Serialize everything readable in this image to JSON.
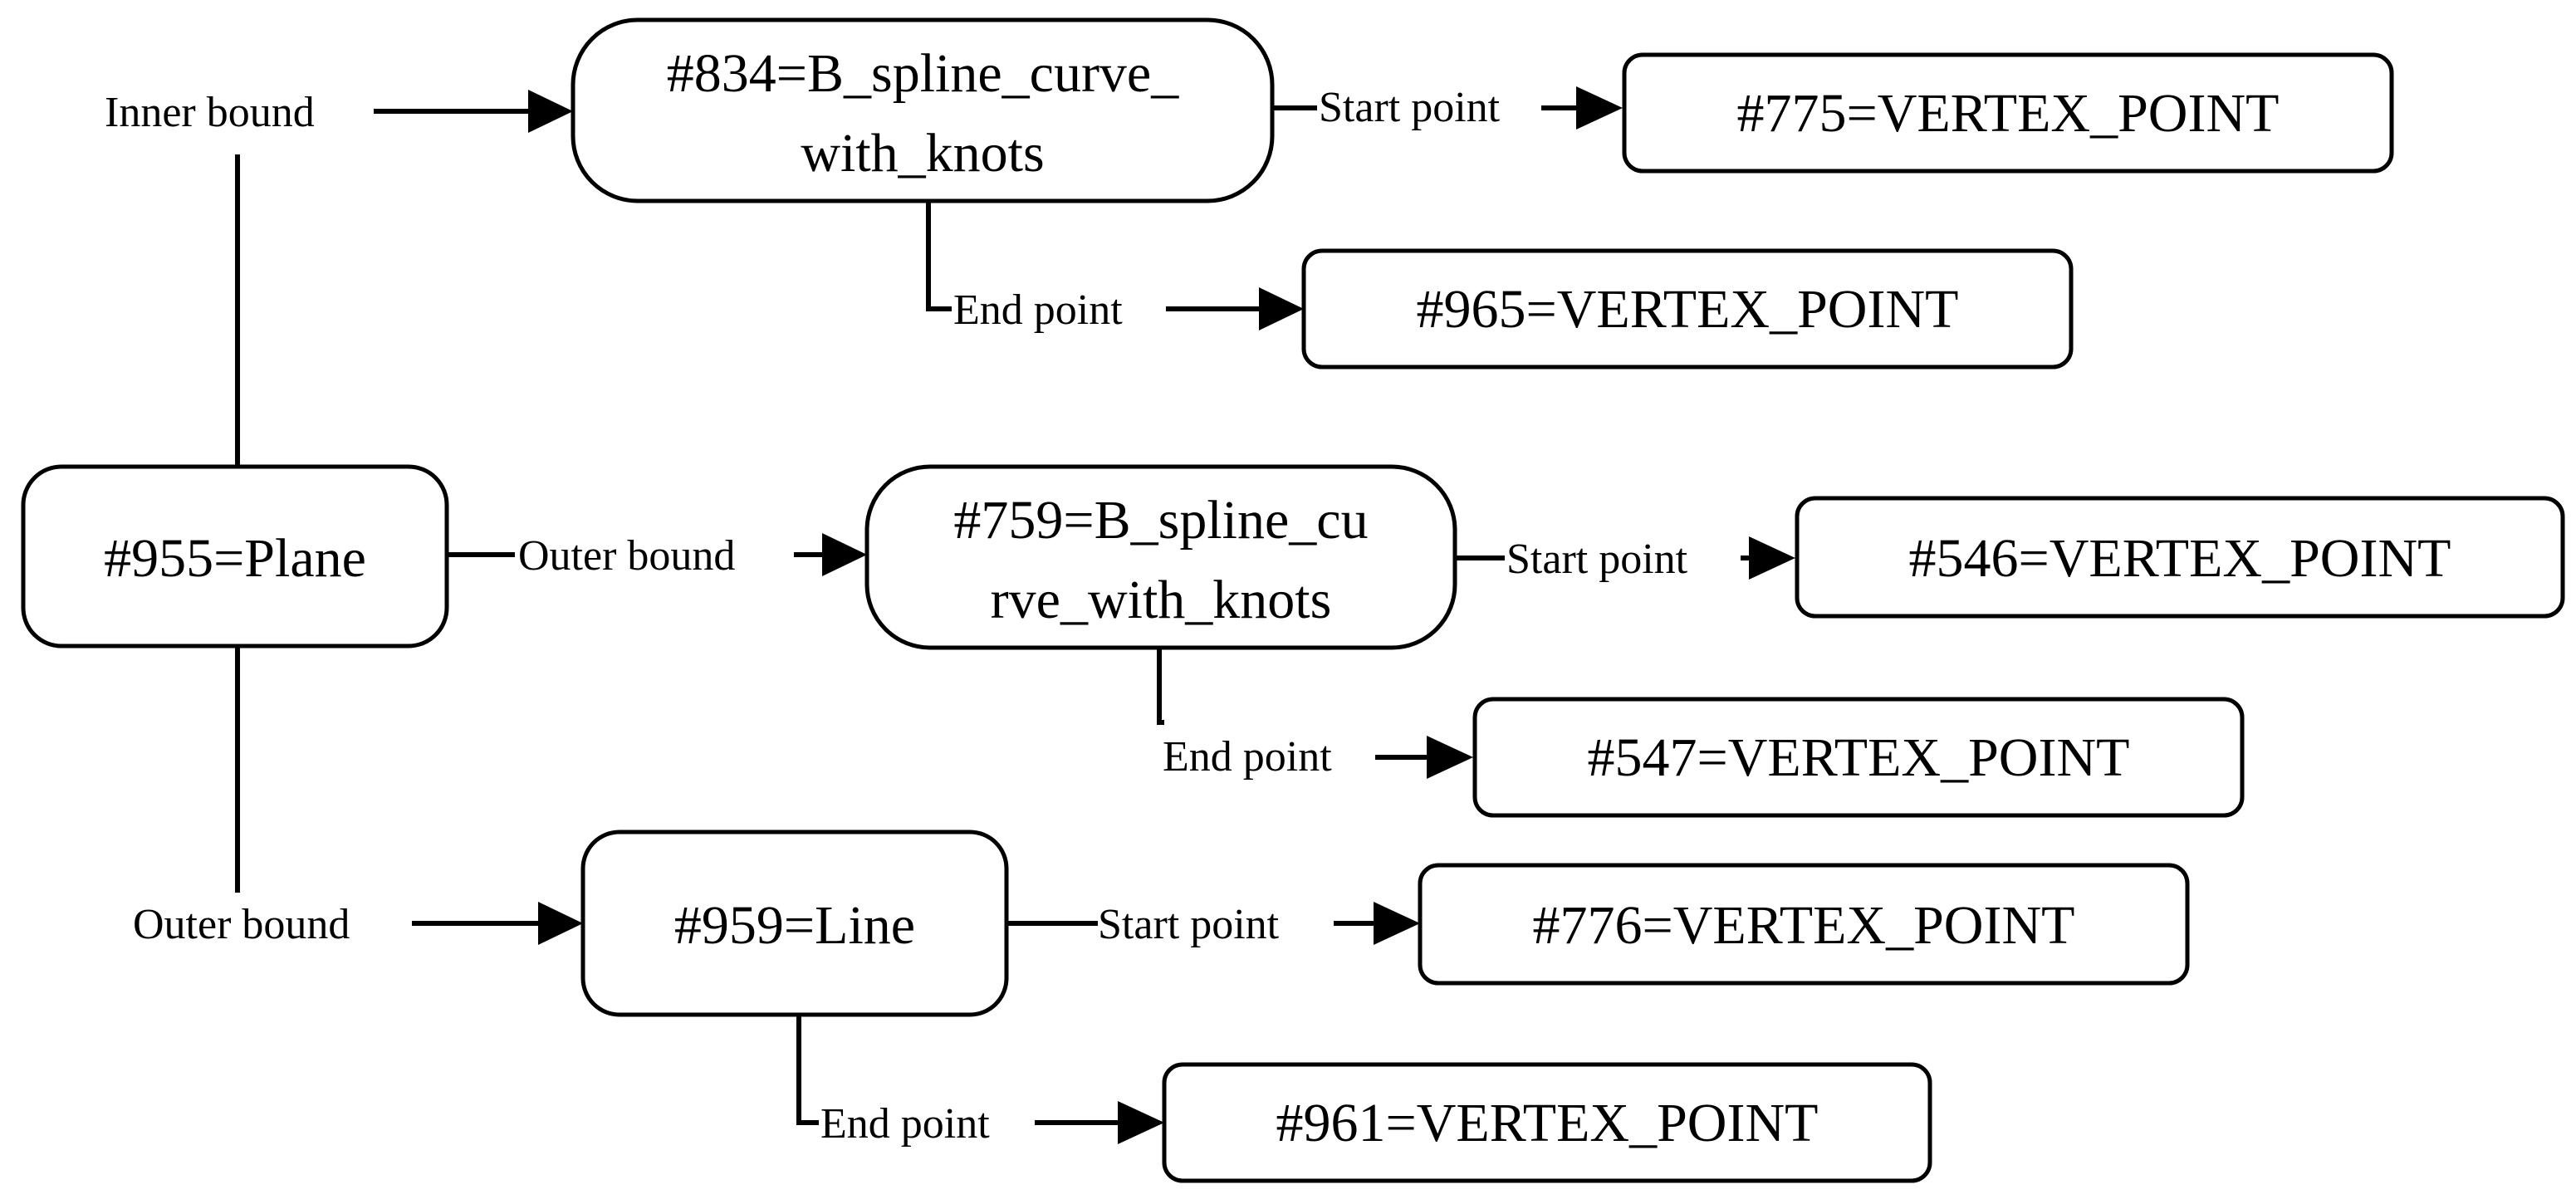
{
  "diagram": {
    "nodes": {
      "plane": "#955=Plane",
      "bspline_834_line1": "#834=B_spline_curve_",
      "bspline_834_line2": "with_knots",
      "vertex_775": "#775=VERTEX_POINT",
      "vertex_965": "#965=VERTEX_POINT",
      "bspline_759_line1": "#759=B_spline_cu",
      "bspline_759_line2": "rve_with_knots",
      "vertex_546": "#546=VERTEX_POINT",
      "vertex_547": "#547=VERTEX_POINT",
      "line_959": "#959=Line",
      "vertex_776": "#776=VERTEX_POINT",
      "vertex_961": "#961=VERTEX_POINT"
    },
    "edges": {
      "inner_bound": "Inner bound",
      "outer_bound_middle": "Outer bound",
      "outer_bound_bottom": "Outer bound",
      "start_point_834": "Start point",
      "end_point_834": "End point",
      "start_point_759": "Start point",
      "end_point_759": "End point",
      "start_point_959": "Start point",
      "end_point_959": "End point"
    }
  }
}
